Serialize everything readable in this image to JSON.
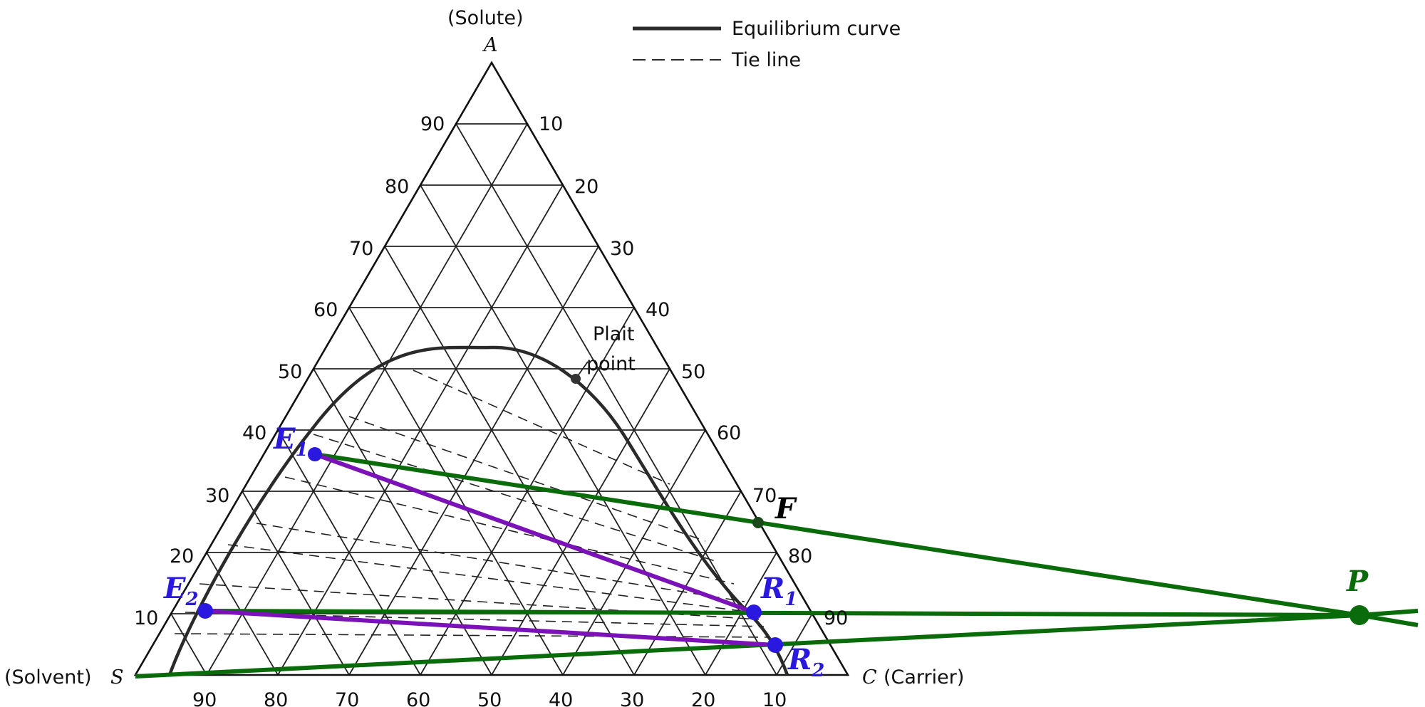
{
  "vertices": {
    "top_caption": "(Solute)",
    "top_letter": "A",
    "left_caption": "(Solvent)",
    "left_letter": "S",
    "right_caption": "(Carrier)",
    "right_letter": "C"
  },
  "legend": {
    "equilibrium": "Equilibrium curve",
    "tie": "Tie line"
  },
  "left_ticks": [
    "90",
    "80",
    "70",
    "60",
    "50",
    "40",
    "30",
    "20",
    "10"
  ],
  "right_ticks": [
    "10",
    "20",
    "30",
    "40",
    "50",
    "60",
    "70",
    "80",
    "90"
  ],
  "bottom_ticks": [
    "90",
    "80",
    "70",
    "60",
    "50",
    "40",
    "30",
    "20",
    "10"
  ],
  "plait_point": {
    "line1": "Plait",
    "line2": "point"
  },
  "points": {
    "E1": {
      "letter": "E",
      "sub": "1"
    },
    "E2": {
      "letter": "E",
      "sub": "2"
    },
    "R1": {
      "letter": "R",
      "sub": "1"
    },
    "R2": {
      "letter": "R",
      "sub": "2"
    },
    "F": {
      "letter": "F"
    },
    "P": {
      "letter": "P"
    }
  },
  "colors": {
    "construction_lines": "#0a6b0a",
    "stage_lines": "#7a12b8",
    "stream_points": "#2a18e0",
    "feed_label": "#000000",
    "difference_point": "#0a6b0a"
  }
}
